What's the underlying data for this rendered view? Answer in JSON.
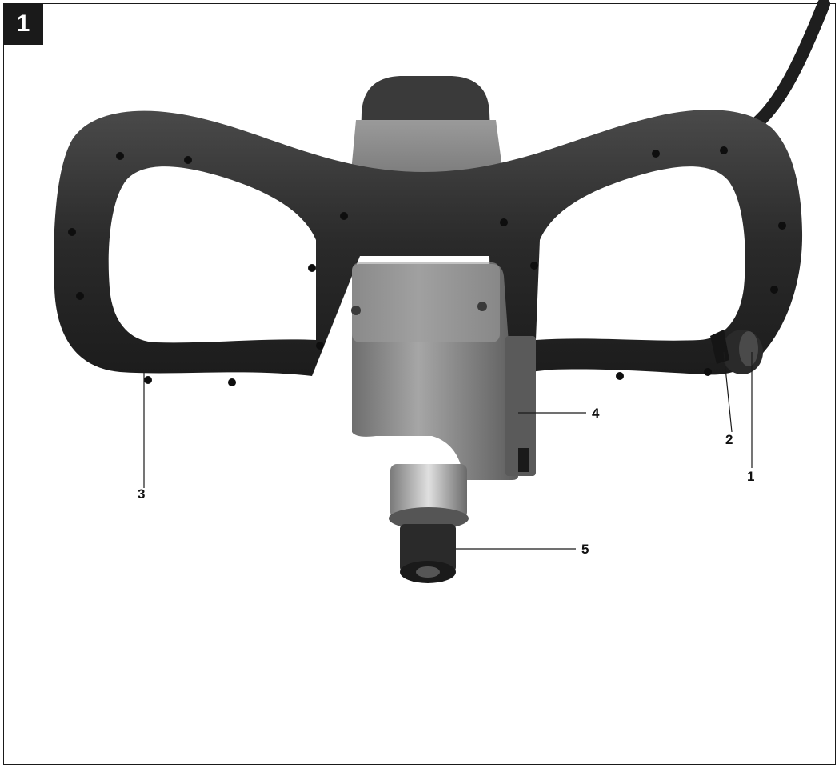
{
  "figure": {
    "number": "1"
  },
  "callouts": [
    {
      "id": "c1",
      "label": "1"
    },
    {
      "id": "c2",
      "label": "2"
    },
    {
      "id": "c3",
      "label": "3"
    },
    {
      "id": "c4",
      "label": "4"
    },
    {
      "id": "c5",
      "label": "5"
    }
  ],
  "colors": {
    "handle": "#2e2e2e",
    "housing": "#8c8c8c",
    "frame": "#1a1a1a"
  }
}
